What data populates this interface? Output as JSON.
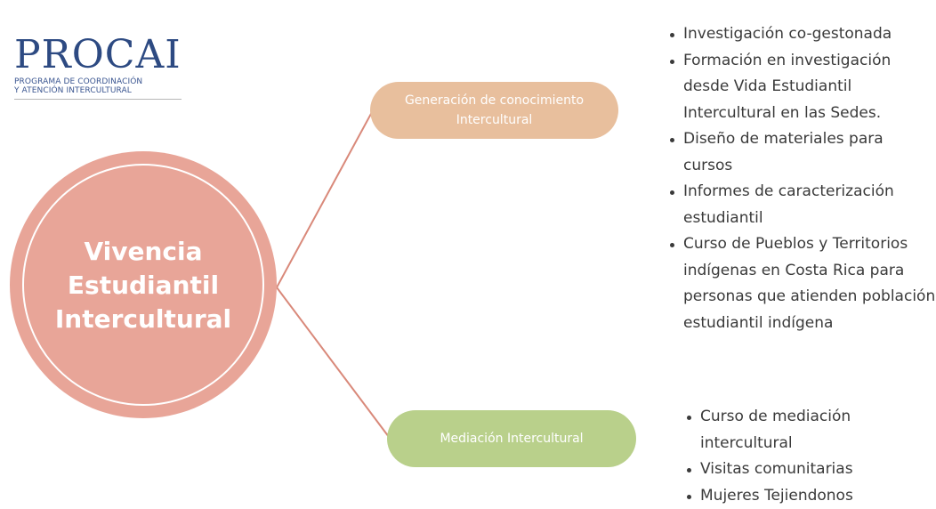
{
  "logo": {
    "word": "PROCAI",
    "subtitle_lines": [
      "PROGRAMA DE COORDINACIÓN",
      "Y ATENCIÓN INTERCULTURAL"
    ]
  },
  "center": {
    "lines": [
      "Vivencia",
      "Estudiantil",
      "Intercultural"
    ]
  },
  "branches": [
    {
      "label_lines": [
        "Generación de conocimiento",
        "Intercultural"
      ],
      "items": [
        "Investigación co-gestonada",
        "Formación en investigación desde Vida Estudiantil Intercultural en las Sedes.",
        "Diseño de materiales para cursos",
        "Informes de caracterización estudiantil",
        "Curso de Pueblos y Territorios indígenas en Costa Rica para personas que atienden población estudiantil indígena"
      ]
    },
    {
      "label_lines": [
        "Mediación Intercultural"
      ],
      "items": [
        "Curso de mediación intercultural",
        "Visitas comunitarias",
        "Mujeres Tejiendonos"
      ]
    }
  ],
  "colors": {
    "center_circle": "#e8a598",
    "branch_top": "#e8bf9d",
    "branch_bottom": "#b9d08b",
    "connector": "#d9897a",
    "logo": "#2d4a82"
  }
}
